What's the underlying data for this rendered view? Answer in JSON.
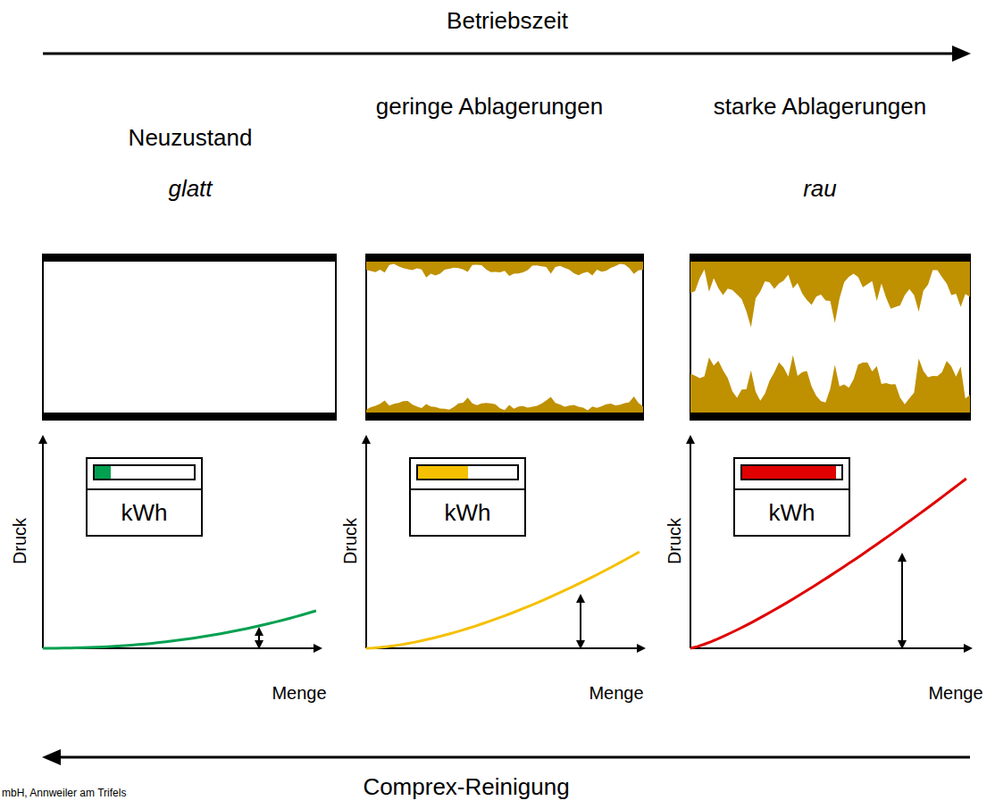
{
  "diagram": {
    "nodes": [
      {
        "text": [
          "kWh"
        ]
      },
      {
        "text": [
          "kWh"
        ]
      },
      {
        "text": [
          "kWh"
        ]
      }
    ],
    "labels": [
      "Betriebszeit",
      "Neuzustand",
      "geringe Ablagerungen",
      "starke Ablagerungen",
      "glatt",
      "rau",
      "Druck",
      "Menge",
      "Druck",
      "Menge",
      "Druck",
      "Menge",
      "Comprex-Reinigung",
      "mbH, Annweiler am Trifels"
    ]
  }
}
